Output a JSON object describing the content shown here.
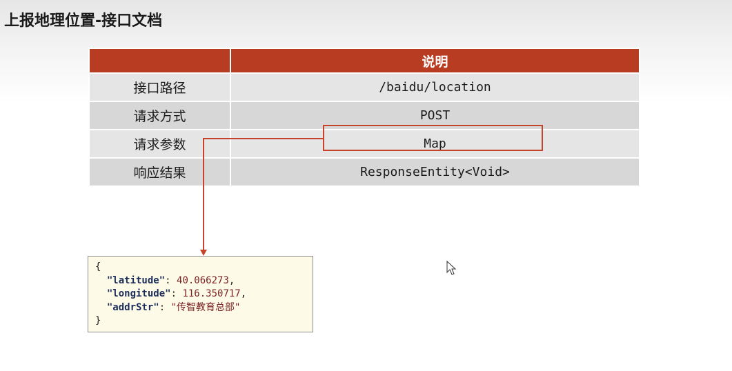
{
  "slide": {
    "title": "上报地理位置-接口文档"
  },
  "table": {
    "header": [
      "",
      "说明"
    ],
    "rows": [
      {
        "label": "接口路径",
        "value": "/baidu/location"
      },
      {
        "label": "请求方式",
        "value": "POST"
      },
      {
        "label": "请求参数",
        "value": "Map"
      },
      {
        "label": "响应结果",
        "value": "ResponseEntity<Void>"
      }
    ]
  },
  "code_example": {
    "open": "{",
    "lines": [
      {
        "key": "\"latitude\"",
        "value": "40.066273",
        "trail": ","
      },
      {
        "key": "\"longitude\"",
        "value": "116.350717",
        "trail": ","
      },
      {
        "key": "\"addrStr\"",
        "value": "\"传智教育总部\"",
        "trail": ""
      }
    ],
    "close": "}"
  },
  "colors": {
    "header_bg": "#b83c22",
    "highlight": "#c5432a",
    "code_bg": "#fdfbe8"
  },
  "icons": [
    "mouse-cursor-icon"
  ]
}
